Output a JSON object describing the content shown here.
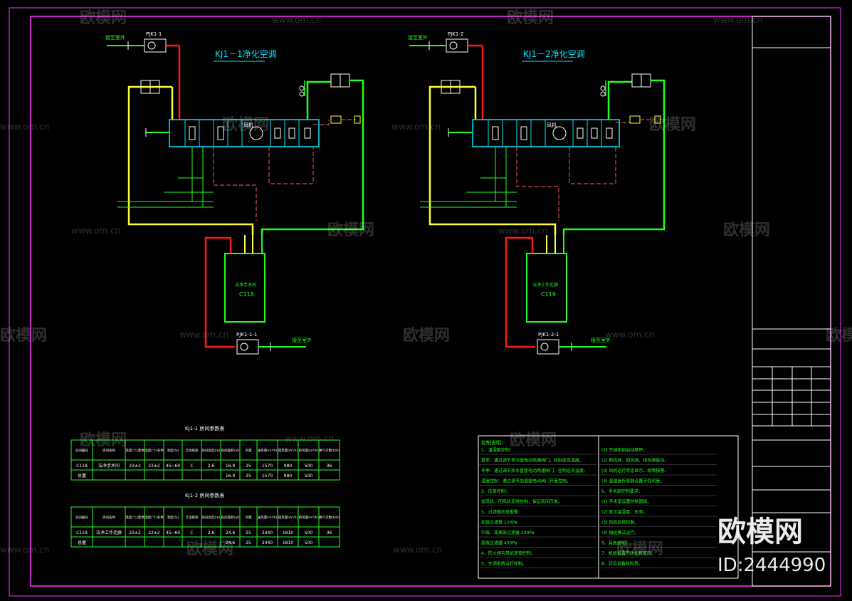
{
  "systems": [
    {
      "title": "KJ1－1净化空调",
      "fan_top": "PJK1-1",
      "fan_bottom": "PJK1-1-1",
      "room_name": "洁净手术间",
      "room_code": "C118",
      "exhaust_label_top": "接至室外",
      "exhaust_label_bottom": "接至室外",
      "fan_label": "风机"
    },
    {
      "title": "KJ1－2净化空调",
      "fan_top": "PJK1-2",
      "fan_bottom": "PJK1-2-1",
      "room_name": "洁净工作走廊",
      "room_code": "C119",
      "exhaust_label_top": "接至室外",
      "exhaust_label_bottom": "接至室外",
      "fan_label": "风机"
    }
  ],
  "tables": [
    {
      "caption": "KJ1-1 房间参数表",
      "headers": [
        "房间编号",
        "房间名称",
        "温度(℃)夏季",
        "温度(℃)冬季",
        "湿度(%)",
        "洁净级别",
        "房间高度(m)",
        "房间面积(㎡)",
        "风量",
        "送风量(m³/h)",
        "回风量(m³/h)",
        "新风量(m³/h)",
        "换气次数(h/h)"
      ],
      "rows": [
        [
          "C118",
          "洁净手术间",
          "22±2",
          "22±2",
          "45~60",
          "C",
          "2.6",
          "16.9",
          "25",
          "1570",
          "980",
          "500",
          "36"
        ],
        [
          "总量",
          "",
          "",
          "",
          "",
          "",
          "",
          "16.9",
          "25",
          "1570",
          "980",
          "500",
          ""
        ]
      ]
    },
    {
      "caption": "KJ1-2 房间参数表",
      "headers": [
        "房间编号",
        "房间名称",
        "温度(℃)夏季",
        "温度(℃)冬季",
        "湿度(%)",
        "洁净级别",
        "房间高度(m)",
        "房间面积(㎡)",
        "风量",
        "送风量(m³/h)",
        "回风量(m³/h)",
        "新风量(m³/h)",
        "换气次数(h/h)"
      ],
      "rows": [
        [
          "C119",
          "洁净工作走廊",
          "22±2",
          "22±2",
          "45~60",
          "C",
          "2.6",
          "24.6",
          "25",
          "2440",
          "1810",
          "500",
          "36"
        ],
        [
          "总量",
          "",
          "",
          "",
          "",
          "",
          "",
          "24.6",
          "25",
          "2440",
          "1810",
          "500",
          ""
        ]
      ]
    }
  ],
  "notes": {
    "heading": "控制说明：",
    "left": [
      "1、温湿度控制：",
      "夏季：通过调节表冷器电动两通阀门，控制送风温度。",
      "冬季：通过调节热水盘管电动两通阀门，控制送风温度。",
      "湿度控制：通过调节加湿器电动阀门开度控制。",
      "2、压差控制：",
      "送风机、回风机变频控制，保证房间压差。",
      "3、过滤器压差报警：",
      "初效过滤器   120Pa",
      "中效、亚高效过滤器   200Pa",
      "高效过滤器   400Pa",
      "4、防火阀与风机连锁控制。",
      "5、空调系统运行控制。"
    ],
    "right": [
      "(1) 空调机组启动顺序。",
      "(2) 新风阀、回风阀、排风阀联动。",
      "(3) 风机运行状态显示，故障报警。",
      "(4) 温湿度传感器设置于回风管。",
      "5、手术部控制要求：",
      "(1) 手术室设置控制面板。",
      "(2) 显示温湿度、压差。",
      "(3) 风机启停控制。",
      "(4) 值班模式运行。",
      "6、其他说明：",
      "7、机组设置于净化机房内。",
      "8、详见设备材料表。"
    ]
  },
  "watermarks": {
    "brand": "欧模网",
    "site": "www.om.cn",
    "id": "ID:2444990"
  },
  "colors": {
    "supply_red": "#ff1a1a",
    "return_yellow": "#ffff33",
    "pipe_green": "#22ff22",
    "unit_cyan": "#00e5ff",
    "dash_red": "#ff5a5a",
    "frame_magenta": "#ff33ff"
  }
}
